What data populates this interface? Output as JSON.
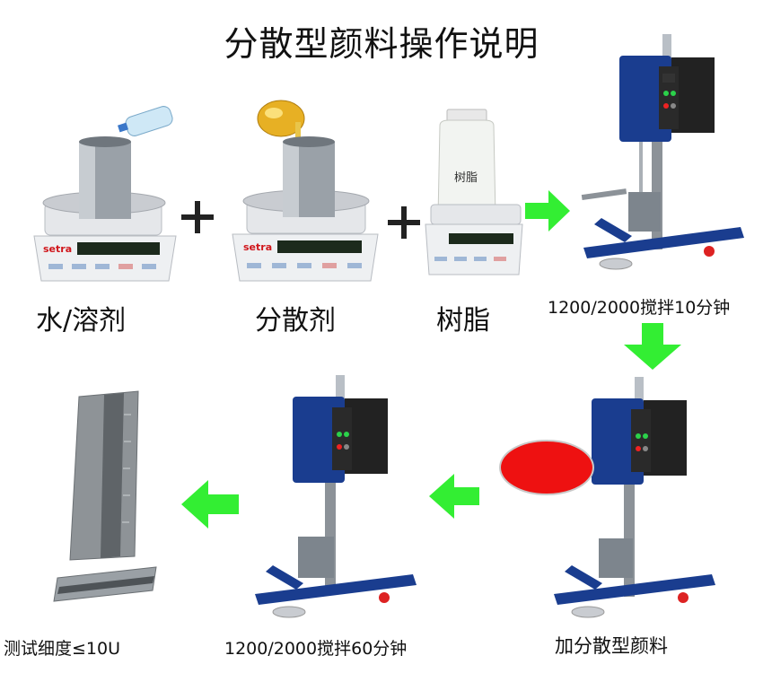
{
  "title": "分散型颜料操作说明",
  "scale_brand": "setra",
  "bottle_label": "树脂",
  "labels": {
    "water_solvent": "水/溶剂",
    "dispersant": "分散剂",
    "resin": "树脂",
    "stir_10": "1200/2000搅拌10分钟",
    "add_pigment": "加分散型颜料",
    "stir_60": "1200/2000搅拌60分钟",
    "fineness": "测试细度≤10U"
  },
  "colors": {
    "arrow": "#33ee33",
    "pigment": "#ee1111",
    "mixer_blue": "#1a3d8f",
    "plus": "#222222"
  }
}
